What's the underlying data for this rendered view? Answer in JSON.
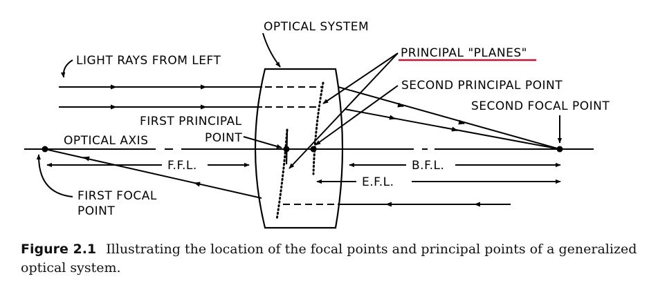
{
  "diagram": {
    "labels": {
      "optical_system": "OPTICAL SYSTEM",
      "light_rays": "LIGHT RAYS FROM LEFT",
      "principal_planes": "PRINCIPAL \"PLANES\"",
      "second_principal_point": "SECOND PRINCIPAL POINT",
      "second_focal_point": "SECOND FOCAL POINT",
      "first_principal_point_line1": "FIRST PRINCIPAL",
      "first_principal_point_line2": "POINT",
      "optical_axis": "OPTICAL AXIS",
      "ffl": "F.F.L.",
      "bfl": "B.F.L.",
      "efl": "E.F.L.",
      "first_focal_point_line1": "FIRST FOCAL",
      "first_focal_point_line2": "POINT"
    },
    "colors": {
      "line": "#000000",
      "underline": "#c8102e"
    }
  },
  "caption": {
    "label": "Figure 2.1",
    "text": "Illustrating the location of the focal points and principal points of a generalized optical system."
  }
}
